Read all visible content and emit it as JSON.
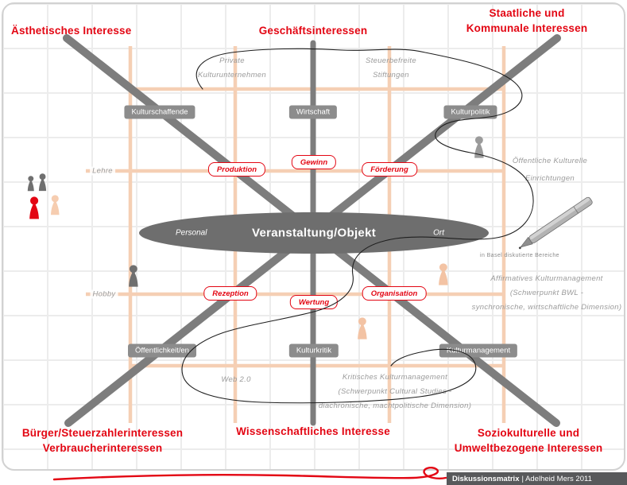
{
  "corner_labels": {
    "top_left": "Ästhetisches Interesse",
    "top_center": "Geschäftsinteressen",
    "top_right": [
      "Staatliche und",
      "Kommunale Interessen"
    ],
    "bottom_left": [
      "Bürger/Steuerzahlerinteressen",
      "Verbraucherinteressen"
    ],
    "bottom_center": "Wissenschaftliches Interesse",
    "bottom_right": [
      "Soziokulturelle und",
      "Umweltbezogene Interessen"
    ]
  },
  "actor_nodes": {
    "kulturschaffende": "Kulturschaffende",
    "wirtschaft": "Wirtschaft",
    "kulturpolitik": "Kulturpolitik",
    "oeffentlichkeiten": "Öffentlichkeit/en",
    "kulturkritik": "Kulturkritik",
    "kulturmanagement": "Kulturmanagement"
  },
  "process_nodes": {
    "produktion": "Produktion",
    "gewinn": "Gewinn",
    "foerderung": "Förderung",
    "rezeption": "Rezeption",
    "wertung": "Wertung",
    "organisation": "Organisation"
  },
  "center_ellipse": {
    "title": "Veranstaltung/Objekt",
    "left_label": "Personal",
    "right_label": "Ort"
  },
  "annotations": {
    "private_kulturunternehmen": [
      "Private",
      "Kulturunternehmen"
    ],
    "steuerbefreite_stiftungen": [
      "Steuerbefreite",
      "Stiftungen"
    ],
    "lehre": "Lehre",
    "hobby": "Hobby",
    "oeffentliche_einrichtungen": [
      "Öffentliche Kulturelle",
      "Einrichtungen"
    ],
    "basel_note": "in Basel diskutierte Bereiche",
    "affirmatives": [
      "Affirmatives Kulturmanagement",
      "(Schwerpunkt BWL -",
      "synchronische, wirtschaftliche Dimension)"
    ],
    "web20": "Web 2.0",
    "kritisches": [
      "Kritisches Kulturmanagement",
      "(Schwerpunkt Cultural Studies -",
      "diachronische, machtpolitische Dimension)"
    ]
  },
  "footer": {
    "brand": "Diskussionsmatrix",
    "credit": "| Adelheid Mers 2011"
  },
  "colors": {
    "accent_red": "#e30613",
    "node_gray": "#8c8c8c",
    "ellipse_gray": "#6e6e6e",
    "beam_gray": "#7d7d7d",
    "peach": "#f5cfb4",
    "annotation_gray": "#9b9b9b",
    "footer_gray": "#58595b"
  },
  "icons": {
    "person_pawn": "person-pawn-icon",
    "pen": "pen-icon"
  }
}
